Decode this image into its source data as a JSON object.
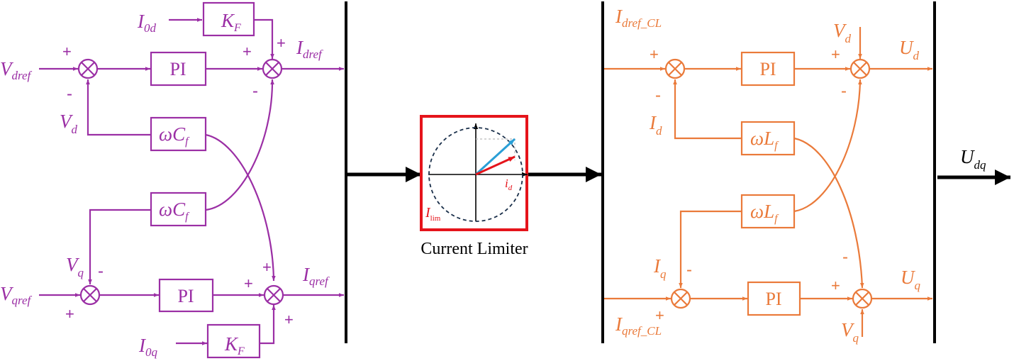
{
  "colors": {
    "voltage_loop": "#9b2fa5",
    "current_loop": "#ea7a3a",
    "limiter": "#e5141b",
    "bus": "#000000",
    "vector_blue": "#2a9fd6"
  },
  "voltage_loop": {
    "pi_top": "PI",
    "pi_bottom": "PI",
    "kf_top": "K",
    "kf_top_sub": "F",
    "kf_bottom": "K",
    "kf_bottom_sub": "F",
    "wc_top": "ωC",
    "wc_top_sub": "f",
    "wc_bottom": "ωC",
    "wc_bottom_sub": "f",
    "in_vdref": "V",
    "in_vdref_sub": "dref",
    "in_vqref": "V",
    "in_vqref_sub": "qref",
    "fb_vd": "V",
    "fb_vd_sub": "d",
    "fb_vq": "V",
    "fb_vq_sub": "q",
    "in_i0d": "I",
    "in_i0d_sub": "0d",
    "in_i0q": "I",
    "in_i0q_sub": "0q",
    "out_idref": "I",
    "out_idref_sub": "dref",
    "out_iqref": "I",
    "out_iqref_sub": "qref"
  },
  "limiter": {
    "caption": "Current Limiter",
    "id_label": "i",
    "id_sub": "d",
    "ilim_label": "I",
    "ilim_sub": "lim"
  },
  "current_loop": {
    "pi_top": "PI",
    "pi_bottom": "PI",
    "wl_top": "ωL",
    "wl_top_sub": "f",
    "wl_bottom": "ωL",
    "wl_bottom_sub": "f",
    "in_idref_cl": "I",
    "in_idref_cl_sub": "dref_CL",
    "in_iqref_cl": "I",
    "in_iqref_cl_sub": "qref_CL",
    "fb_id": "I",
    "fb_id_sub": "d",
    "fb_iq": "I",
    "fb_iq_sub": "q",
    "ff_vd": "V",
    "ff_vd_sub": "d",
    "ff_vq": "V",
    "ff_vq_sub": "q",
    "out_ud": "U",
    "out_ud_sub": "d",
    "out_uq": "U",
    "out_uq_sub": "q"
  },
  "output": {
    "udq": "U",
    "udq_sub": "dq"
  },
  "signs": {
    "plus": "+",
    "minus": "-"
  }
}
